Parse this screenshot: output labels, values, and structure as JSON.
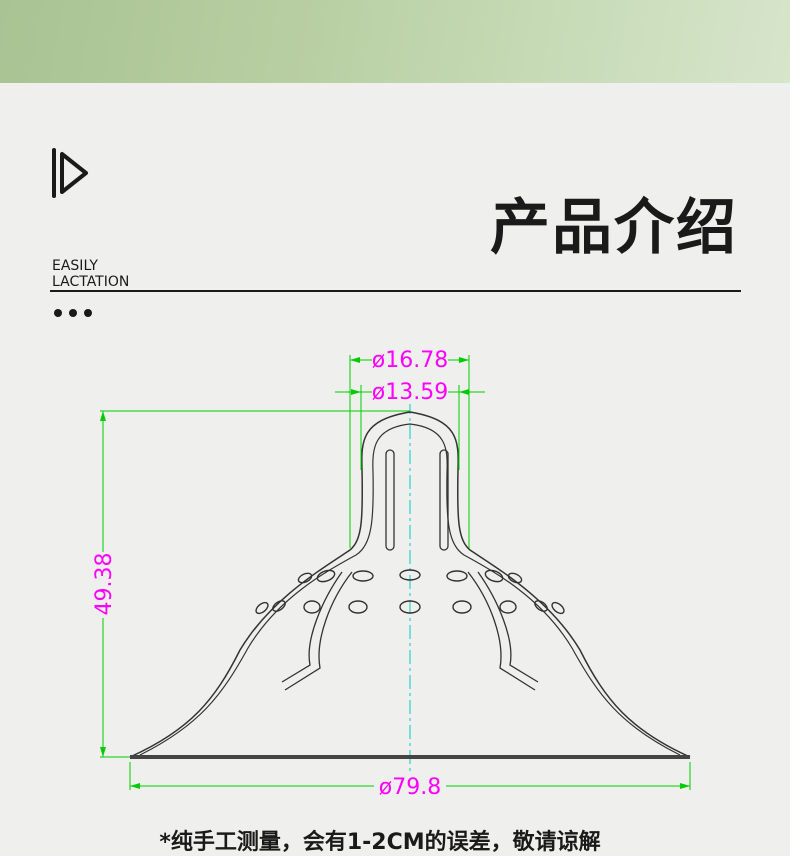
{
  "header": {
    "title": "产品介绍",
    "subtitle_line1": "EASILY",
    "subtitle_line2": "LACTATION",
    "logo_icon": "play-bracket-icon"
  },
  "diagram": {
    "dimensions": {
      "tip_outer_diameter": "ø16.78",
      "tip_inner_diameter": "ø13.59",
      "height": "49.38",
      "base_diameter": "ø79.8"
    },
    "colors": {
      "dimension_text": "#ff00ff",
      "extension_lines": "#00cc00",
      "center_line": "#00cccc",
      "outline": "#333333"
    }
  },
  "footer": {
    "note": "*纯手工测量，会有1-2CM的误差，敬请谅解"
  }
}
